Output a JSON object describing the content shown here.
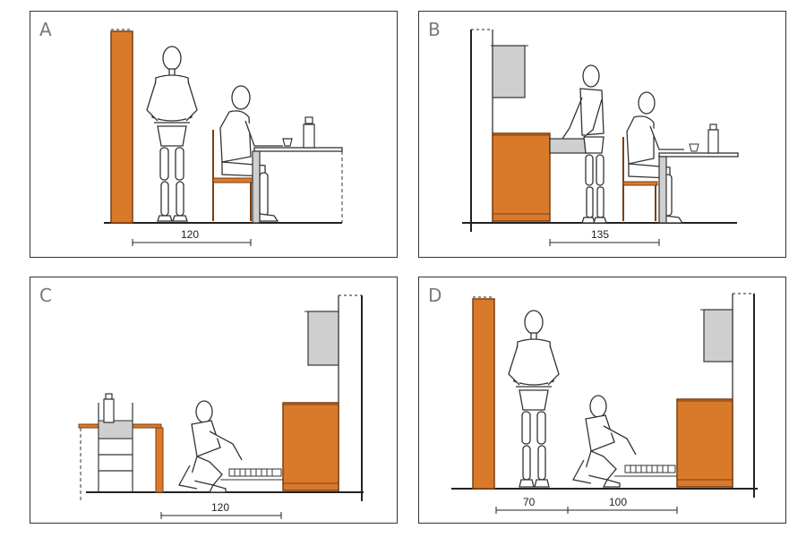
{
  "colors": {
    "wood": "#D97A2B",
    "wood_stroke": "#7a3e10",
    "grey": "#cfcfcf",
    "line": "#222222"
  },
  "panels": [
    {
      "label": "A",
      "dimension_labels": [
        "120"
      ]
    },
    {
      "label": "B",
      "dimension_labels": [
        "135"
      ]
    },
    {
      "label": "C",
      "dimension_labels": [
        "120"
      ]
    },
    {
      "label": "D",
      "dimension_labels": [
        "70",
        "100"
      ]
    }
  ]
}
